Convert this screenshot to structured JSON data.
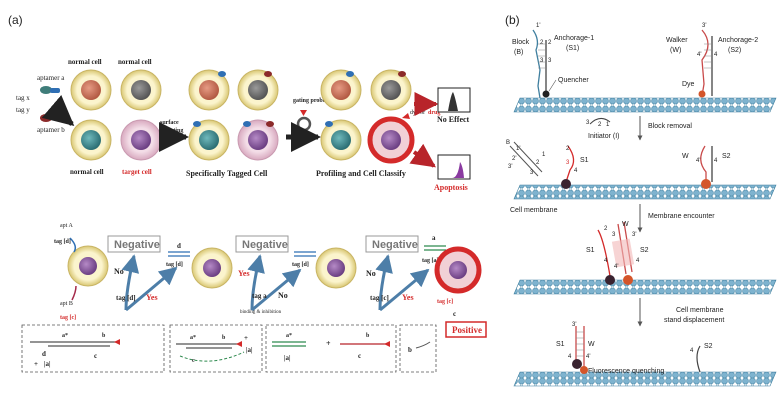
{
  "colors": {
    "membrane": "#6ea7c4",
    "membrane_dark": "#3f7f9f",
    "accent_red": "#d42a2a",
    "arrow_dark": "#222222",
    "ring_yellow": "#f2e7a6",
    "cell_nucleus_orange": "#c96e55",
    "cell_nucleus_gray": "#6d6d6d",
    "cell_nucleus_purple": "#8a5a9e",
    "cell_nucleus_teal": "#3d8d92"
  },
  "panel_a": {
    "label": "(a)",
    "top": {
      "aptamer_a": "aptamer a",
      "tag_x": "tag x",
      "tag_y": "tag y",
      "aptamer_b": "aptamer b",
      "normal_cell_1": "normal cell",
      "normal_cell_2": "normal cell",
      "normal_cell_3": "normal cell",
      "target_cell": "target cell",
      "surface_targeting": "surface targeting",
      "specifically_tagged_cell": "Specifically Tagged Cell",
      "gating_probe": "gating probe",
      "dye_or": "dye or",
      "drug": "drug",
      "no_effect": "No Effect",
      "profiling": "Profiling and Cell Classify",
      "apoptosis": "Apoptosis"
    },
    "bottom": {
      "apt_a": "apt A",
      "tag_d": "tag [d]",
      "apt_b": "apt B",
      "tag_c": "tag [c]",
      "negative_1": "Negative",
      "negative_2": "Negative",
      "negative_3": "Negative",
      "positive": "Positive",
      "no_1": "No",
      "yes_1": "Yes",
      "yes_2": "Yes",
      "no_2": "No",
      "no_3": "No",
      "yes_3": "Yes",
      "tag_d_q1": "tag [d]",
      "tag_a_q2": "tag a",
      "tag_c_q3": "tag [c]",
      "binding_inhibition": "binding & inhibition",
      "d_1": "d",
      "tagd_1": "tag [d]",
      "tagd_2": "tag [d]",
      "a_1": "a",
      "taga_1": "tag [a]",
      "tagc_end": "tag [c]",
      "c_end": "c",
      "box1_astar": "a*",
      "box1_b": "b",
      "box1_d": "d",
      "box1_plus": "+",
      "box1_a": "|a|",
      "box1_c": "c",
      "box2_astar": "a*",
      "box2_b": "b",
      "box2_c": "c",
      "box2_plus": "+",
      "box2_a": "|a|",
      "box3_astar": "a*",
      "box3_b": "b",
      "box3_plus": "+",
      "box3_a": "|a|",
      "box3_c": "c",
      "box4_b": "b"
    }
  },
  "panel_b": {
    "label": "(b)",
    "block": "Block",
    "block_b": "(B)",
    "anchorage1": "Anchorage-1",
    "s1_paren": "(S1)",
    "walker": "Walker",
    "walker_w": "(W)",
    "anchorage2": "Anchorage-2",
    "s2_paren": "(S2)",
    "quencher": "Quencher",
    "dye": "Dye",
    "block_removal": "Block removal",
    "initiator": "Initiator (I)",
    "cell_membrane": "Cell membrane",
    "membrane_encounter": "Membrane encounter",
    "cell_membrane_2": "Cell membrane",
    "strand_displacement": "stand displacement",
    "fluorescence_quenching": "Fluorescence quenching",
    "s1": "S1",
    "s2": "S2",
    "w": "W",
    "b": "B",
    "n1p": "1'",
    "n2": "2",
    "n3": "3",
    "n1": "1",
    "n2p": "2'",
    "n3p": "3'",
    "n4": "4",
    "n4p": "4'"
  }
}
